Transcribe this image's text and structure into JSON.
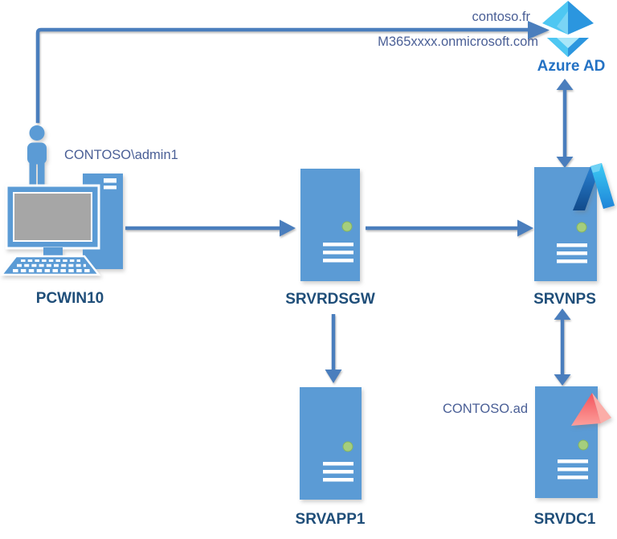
{
  "diagram": {
    "nodes": {
      "user": {
        "name": "CONTOSO\\admin1"
      },
      "pc": {
        "label": "PCWIN10"
      },
      "srvrdsgw": {
        "label": "SRVRDSGW"
      },
      "srvnps": {
        "label": "SRVNPS"
      },
      "srvapp1": {
        "label": "SRVAPP1"
      },
      "srvdc1": {
        "label": "SRVDC1",
        "domain": "CONTOSO.ad"
      },
      "azure_ad": {
        "label": "Azure AD",
        "custom_domain": "contoso.fr",
        "tenant_domain": "M365xxxx.onmicrosoft.com"
      }
    },
    "connections": {
      "user_to_azuread": "single-arrow",
      "pc_to_srvrdsgw": "single-arrow",
      "srvrdsgw_to_srvnps": "single-arrow",
      "srvrdsgw_to_srvapp1": "single-arrow",
      "azuread_srvnps": "double-arrow",
      "srvnps_srvdc1": "double-arrow"
    },
    "colors": {
      "node_blue": "#5B9BD5",
      "arrow_blue": "#4A7EBD",
      "label_dark_blue": "#1F4E79",
      "annotation_blue": "#4A5F96",
      "azure_label_blue": "#2472C4",
      "led_green": "#A5CE7D",
      "screen_gray": "#A6A6A6"
    }
  }
}
